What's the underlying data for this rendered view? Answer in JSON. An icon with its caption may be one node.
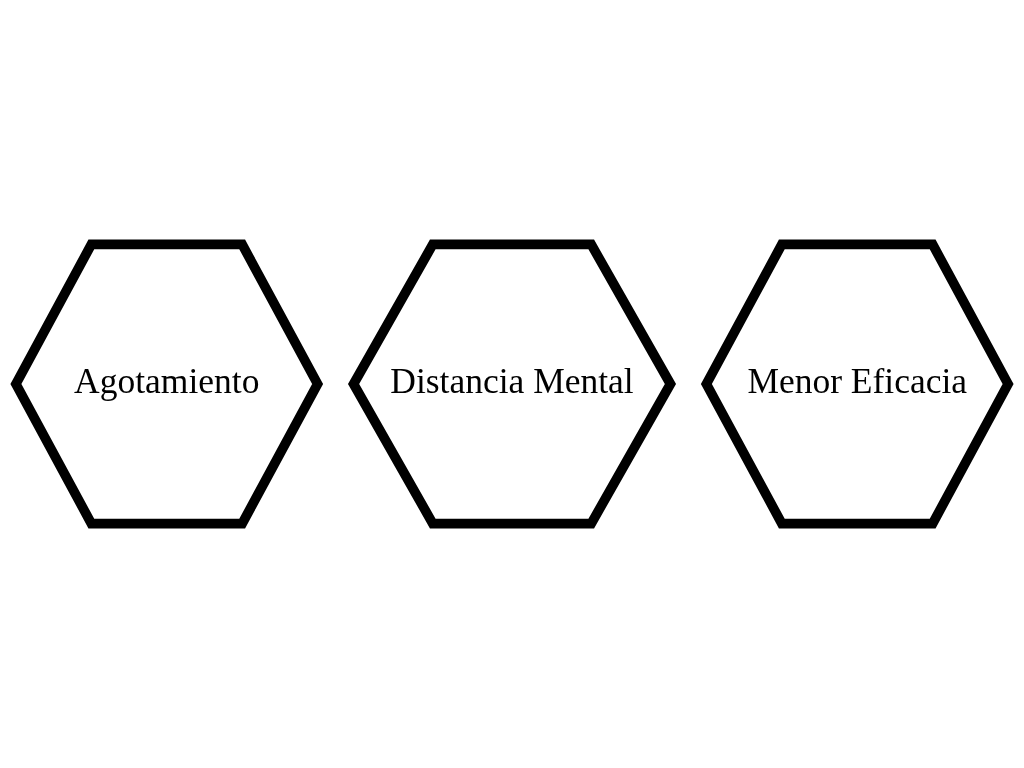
{
  "diagram": {
    "nodes": [
      {
        "text": [
          "Agotamiento"
        ]
      },
      {
        "text": [
          "Distancia Mental"
        ]
      },
      {
        "text": [
          "Menor Eficacia"
        ]
      }
    ],
    "edges": []
  }
}
